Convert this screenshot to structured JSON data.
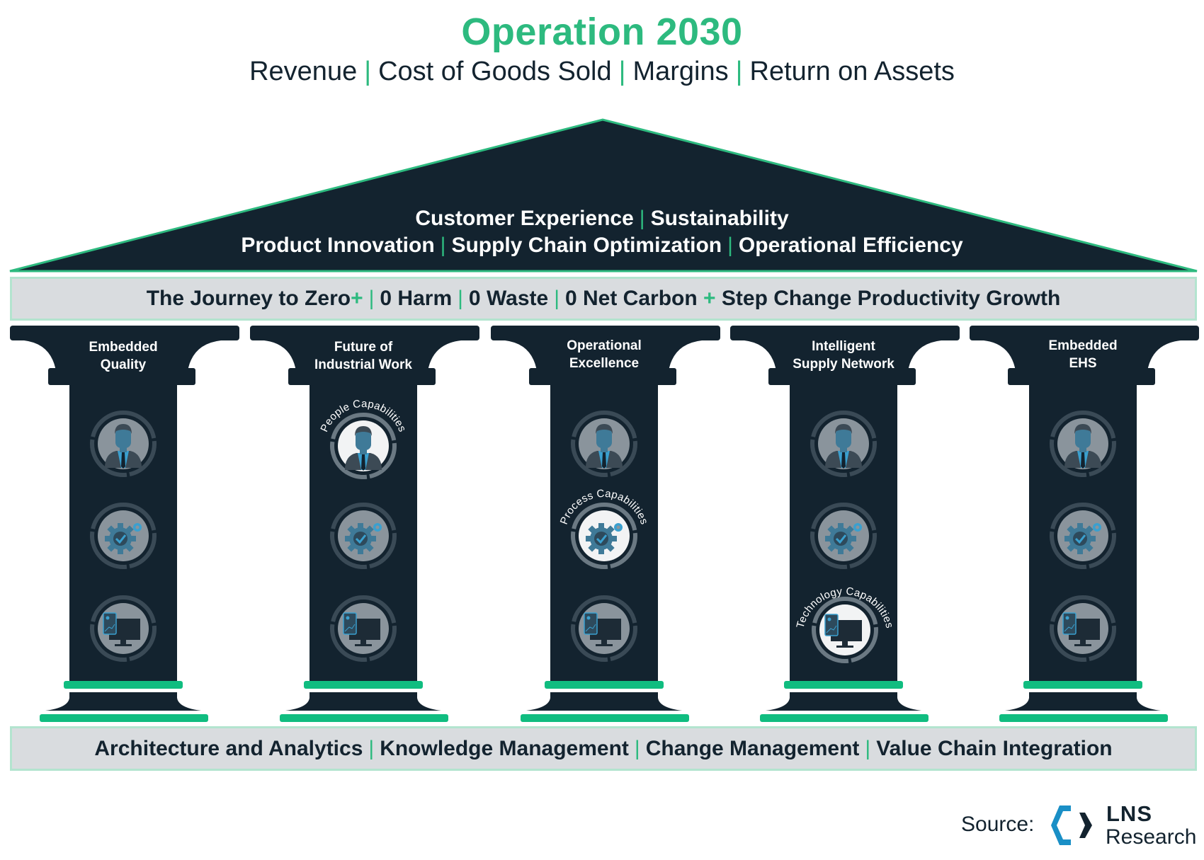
{
  "header": {
    "title": "Operation 2030",
    "metrics": [
      "Revenue",
      "Cost of Goods Sold",
      "Margins",
      "Return on Assets"
    ]
  },
  "roof": {
    "line1": [
      "Customer Experience",
      "Sustainability"
    ],
    "line2": [
      "Product Innovation",
      "Supply Chain Optimization",
      "Operational Efficiency"
    ]
  },
  "journey_banner": {
    "lead": "The Journey to Zero",
    "lead_plus": "+",
    "items": [
      "0 Harm",
      "0 Waste",
      "0 Net Carbon"
    ],
    "tail_plus": "+",
    "tail": "Step Change Productivity Growth"
  },
  "pillars": [
    {
      "line1": "Embedded",
      "line2": "Quality",
      "highlight": "none"
    },
    {
      "line1": "Future of",
      "line2": "Industrial Work",
      "highlight": "people"
    },
    {
      "line1": "Operational",
      "line2": "Excellence",
      "highlight": "process"
    },
    {
      "line1": "Intelligent",
      "line2": "Supply Network",
      "highlight": "technology"
    },
    {
      "line1": "Embedded",
      "line2": "EHS",
      "highlight": "none"
    }
  ],
  "capability_labels": {
    "people": "People Capabilities",
    "process": "Process Capabilities",
    "technology": "Technology Capabilities"
  },
  "icons": [
    "person-icon",
    "gear-check-icon",
    "monitor-tablet-icon"
  ],
  "foundation_banner": {
    "items": [
      "Architecture and Analytics",
      "Knowledge Management",
      "Change Management",
      "Value Chain Integration"
    ]
  },
  "source": {
    "label": "Source:",
    "brand_line1": "LNS",
    "brand_line2": "Research"
  },
  "colors": {
    "navy": "#13232f",
    "green": "#2dba7f",
    "accent_green": "#10bd80",
    "banner_gray": "#d9dcdf",
    "banner_border": "#b3e4cf",
    "logo_blue": "#1a8fc6",
    "icon_blue": "#3a7fa0"
  }
}
